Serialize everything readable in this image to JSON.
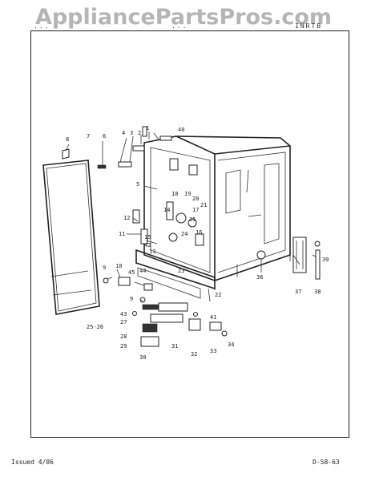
{
  "watermark": "AppliancePartsPros.com",
  "header": {
    "left": "...",
    "middle": "...",
    "right": "INRTB"
  },
  "footer": {
    "issued": "Issued 4/86",
    "page_code": "D-58-63"
  },
  "callouts": [
    "1",
    "2",
    "3",
    "4",
    "5",
    "6",
    "7",
    "8",
    "9",
    "9",
    "10",
    "11",
    "12",
    "13",
    "14",
    "15",
    "16",
    "17",
    "18",
    "19",
    "20",
    "21",
    "22",
    "23",
    "24",
    "25-26",
    "27",
    "28",
    "29",
    "30",
    "31",
    "32",
    "33",
    "34",
    "35",
    "36",
    "37",
    "38",
    "39",
    "40",
    "41",
    "42",
    "43",
    "44",
    "45"
  ]
}
